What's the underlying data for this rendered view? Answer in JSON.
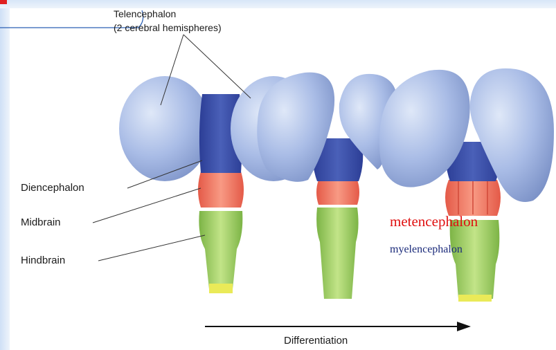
{
  "labels": {
    "telencephalon_line1": "Telencephalon",
    "telencephalon_line2": "(2 cerebral hemispheres)",
    "diencephalon": "Diencephalon",
    "midbrain": "Midbrain",
    "hindbrain": "Hindbrain",
    "differentiation": "Differentiation",
    "metencephalon": "metencephalon",
    "myelencephalon": "myelencephalon"
  },
  "colors": {
    "telencephalon": "#9eb2e0",
    "diencephalon": "#3b4fa8",
    "midbrain": "#f07860",
    "hindbrain": "#9ccc5c",
    "spinal_tip": "#eaea58",
    "metencephalon_text": "#e01010",
    "myelencephalon_text": "#1a2a7a",
    "slide_accent": "#c8dcf4"
  }
}
